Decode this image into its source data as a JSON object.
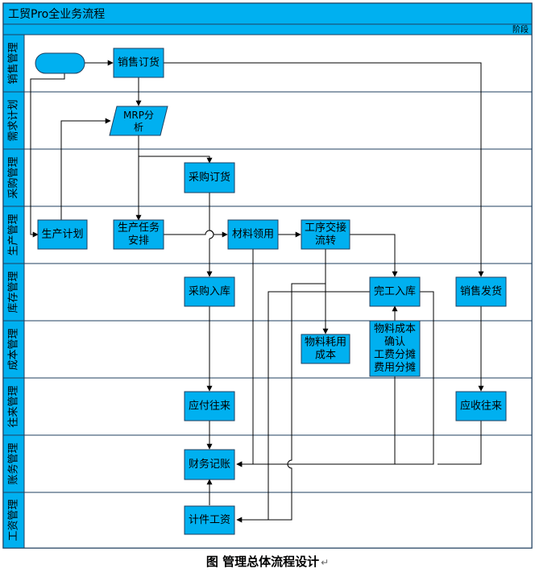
{
  "title": "工贸Pro全业务流程",
  "phase_label": "阶段",
  "caption": "图  管理总体流程设计",
  "caption_mark": "↵",
  "colors": {
    "header_bg": "#00B0F0",
    "lane_bg": "#00B0F0",
    "box_fill": "#00B0F0",
    "border": "#2F4F6F",
    "line": "#000000"
  },
  "lanes": [
    {
      "id": "sales",
      "label": "销售管理"
    },
    {
      "id": "demand",
      "label": "需求计划"
    },
    {
      "id": "purchase",
      "label": "采购管理"
    },
    {
      "id": "production",
      "label": "生产管理"
    },
    {
      "id": "inventory",
      "label": "库存管理"
    },
    {
      "id": "cost",
      "label": "成本管理"
    },
    {
      "id": "ar_ap",
      "label": "往来管理"
    },
    {
      "id": "accounting",
      "label": "账务管理"
    },
    {
      "id": "payroll",
      "label": "工资管理"
    }
  ],
  "nodes": {
    "sales_order": {
      "label": [
        "销售订货"
      ]
    },
    "mrp": {
      "label": [
        "MRP分",
        "析"
      ]
    },
    "purchase_order": {
      "label": [
        "采购订货"
      ]
    },
    "production_plan": {
      "label": [
        "生产计划"
      ]
    },
    "production_task": {
      "label": [
        "生产任务",
        "安排"
      ]
    },
    "material_requisition": {
      "label": [
        "材料领用"
      ]
    },
    "process_handover": {
      "label": [
        "工序交接",
        "流转"
      ]
    },
    "purchase_receipt": {
      "label": [
        "采购入库"
      ]
    },
    "finished_receipt": {
      "label": [
        "完工入库"
      ]
    },
    "sales_delivery": {
      "label": [
        "销售发货"
      ]
    },
    "material_cost": {
      "label": [
        "物料耗用",
        "成本"
      ]
    },
    "cost_allocation": {
      "label": [
        "物料成本",
        "确认",
        "工费分摊",
        "费用分摊"
      ]
    },
    "payables": {
      "label": [
        "应付往来"
      ]
    },
    "receivables": {
      "label": [
        "应收往来"
      ]
    },
    "financial_accounting": {
      "label": [
        "财务记账"
      ]
    },
    "piece_wage": {
      "label": [
        "计件工资"
      ]
    }
  }
}
